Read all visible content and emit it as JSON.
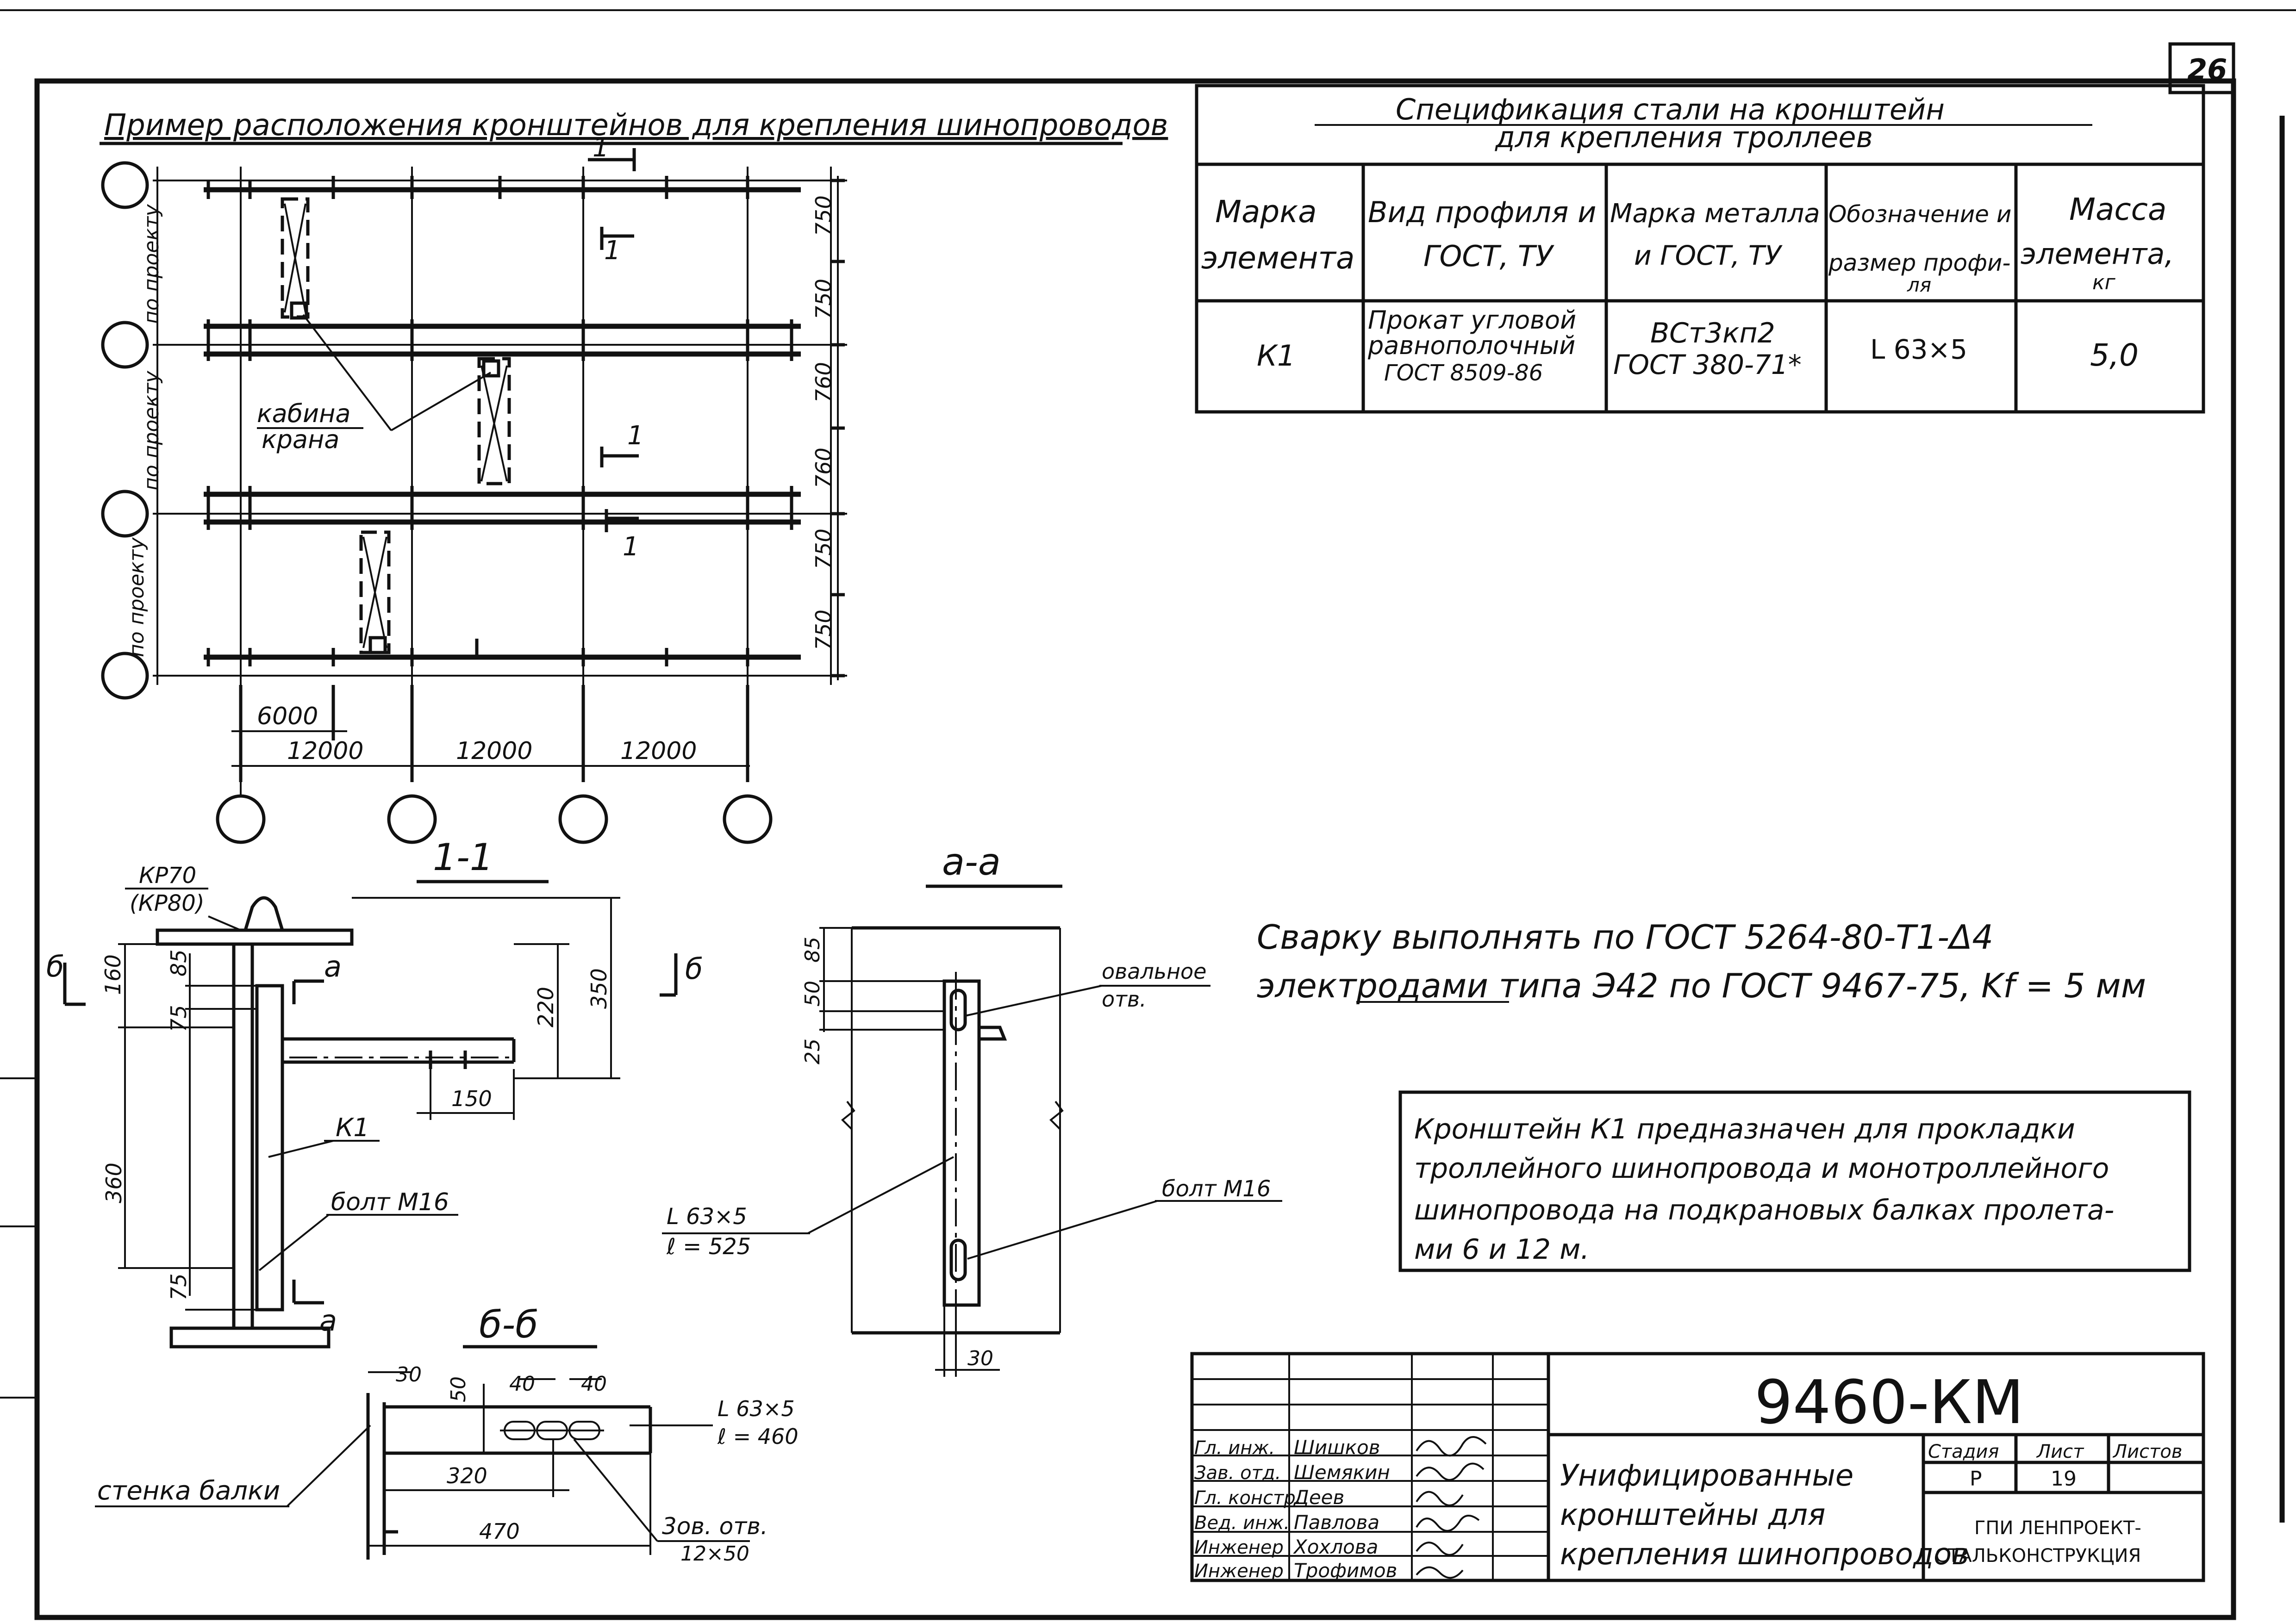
{
  "sheet_number": "26",
  "plan": {
    "title": "Пример расположения кронштейнов для крепления шинопроводов",
    "side_labels": [
      "по проекту",
      "по проекту",
      "по проекту"
    ],
    "row_dims": [
      "750",
      "750",
      "760",
      "760",
      "750",
      "750"
    ],
    "column_dims": [
      "6000",
      "12000",
      "12000",
      "12000"
    ],
    "section_mark": "1",
    "crane_label_1": "кабина",
    "crane_label_2": "крана"
  },
  "spec": {
    "title_1": "Спецификация стали на кронштейн",
    "title_2": "для крепления троллеев",
    "headers": {
      "mark_1": "Марка",
      "mark_2": "элемента",
      "profile_1": "Вид профиля и",
      "profile_2": "ГОСТ, ТУ",
      "steel_1": "Марка металла",
      "steel_2": "и ГОСТ, ТУ",
      "designation_1": "Обозначение и",
      "designation_2": "размер профи-",
      "designation_3": "ля",
      "mass_1": "Масса",
      "mass_2": "элемента,",
      "mass_3": "кг"
    },
    "row": {
      "mark": "К1",
      "profile_1": "Прокат угловой",
      "profile_2": "равнополочный",
      "profile_3": "ГОСТ 8509-86",
      "steel_1": "ВСт3кп2",
      "steel_2": "ГОСТ 380-71*",
      "designation": "L 63×5",
      "mass": "5,0"
    }
  },
  "section_11": {
    "title": "1-1",
    "rail_1": "КР70",
    "rail_2": "(КР80)",
    "dims": [
      "160",
      "85",
      "75",
      "220",
      "350",
      "150",
      "360",
      "75"
    ],
    "k1_label": "К1",
    "bolt_label": "болт М16",
    "cut_a": "а",
    "cut_b": "б"
  },
  "section_aa": {
    "title": "а-а",
    "dims": [
      "85",
      "50",
      "25"
    ],
    "hole_1": "овальное",
    "hole_2": "отв.",
    "bolt_label": "болт М16",
    "angle_1": "L 63×5",
    "angle_2": "ℓ = 525",
    "dim_30": "30"
  },
  "section_bb": {
    "title": "б-б",
    "dims": [
      "30",
      "50",
      "40",
      "40",
      "320",
      "470"
    ],
    "angle_1": "L 63×5",
    "angle_2": "ℓ = 460",
    "wall_label": "стенка балки",
    "holes_1": "3ов. отв.",
    "holes_2": "12×50"
  },
  "notes": {
    "weld_1": "Сварку выполнять по ГОСТ 5264-80-Т1-Δ4",
    "weld_2": "электродами типа Э42 по ГОСТ 9467-75, Kf = 5 мм",
    "purpose_1": "Кронштейн К1 предназначен для прокладки",
    "purpose_2": "троллейного шинопровода и монотроллейного",
    "purpose_3": "шинопровода на подкрановых балках пролета-",
    "purpose_4": "ми 6 и 12 м."
  },
  "title_block": {
    "code": "9460-КМ",
    "roles": [
      "Гл. инж.",
      "Зав. отд.",
      "Гл. констр.",
      "Вед. инж.",
      "Инженер",
      "Инженер"
    ],
    "names": [
      "Шишков",
      "Шемякин",
      "Деев",
      "Павлова",
      "Хохлова",
      "Трофимов"
    ],
    "name_1": "Унифицированные",
    "name_2": "кронштейны для",
    "name_3": "крепления шинопроводов",
    "stage_label": "Стадия",
    "sheet_label": "Лист",
    "sheets_label": "Листов",
    "stage_value": "Р",
    "sheet_value": "19",
    "org_1": "ГПИ ЛЕНПРОЕКТ-",
    "org_2": "СТАЛЬКОНСТРУКЦИЯ"
  }
}
